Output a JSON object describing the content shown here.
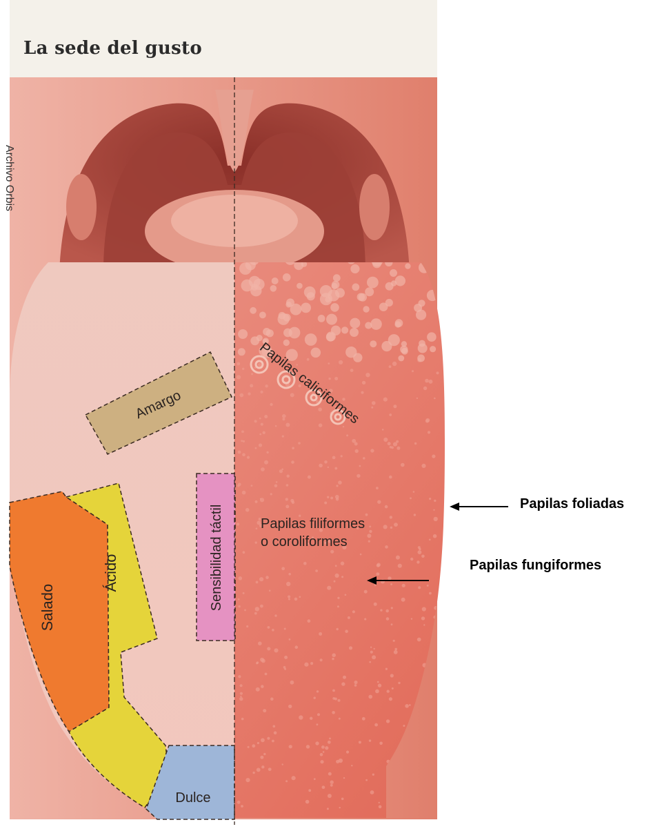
{
  "header": {
    "title": "La sede del gusto",
    "credit": "Archivo Orbis"
  },
  "taste_zones": {
    "bitter": "Amargo",
    "salty": "Salado",
    "sour": "Ácido",
    "sweet": "Dulce",
    "touch": "Sensibilidad táctil"
  },
  "papillae_labels": {
    "calciform": "Papilas caliciformes",
    "filiform_line1": "Papilas filiformes",
    "filiform_line2": "o coroliformes"
  },
  "callouts": {
    "foliate": "Papilas foliadas",
    "fungiform": "Papilas fungiformes"
  },
  "colors": {
    "bitter_zone": "#cdb081",
    "salty_zone": "#ef7a2f",
    "sour_zone": "#e5d43a",
    "sweet_zone": "#9eb6d8",
    "touch_zone": "#e592c2",
    "tongue_right": "#e5766a",
    "tongue_left": "#efc0b7",
    "mouth_interior": "#a8453c"
  }
}
